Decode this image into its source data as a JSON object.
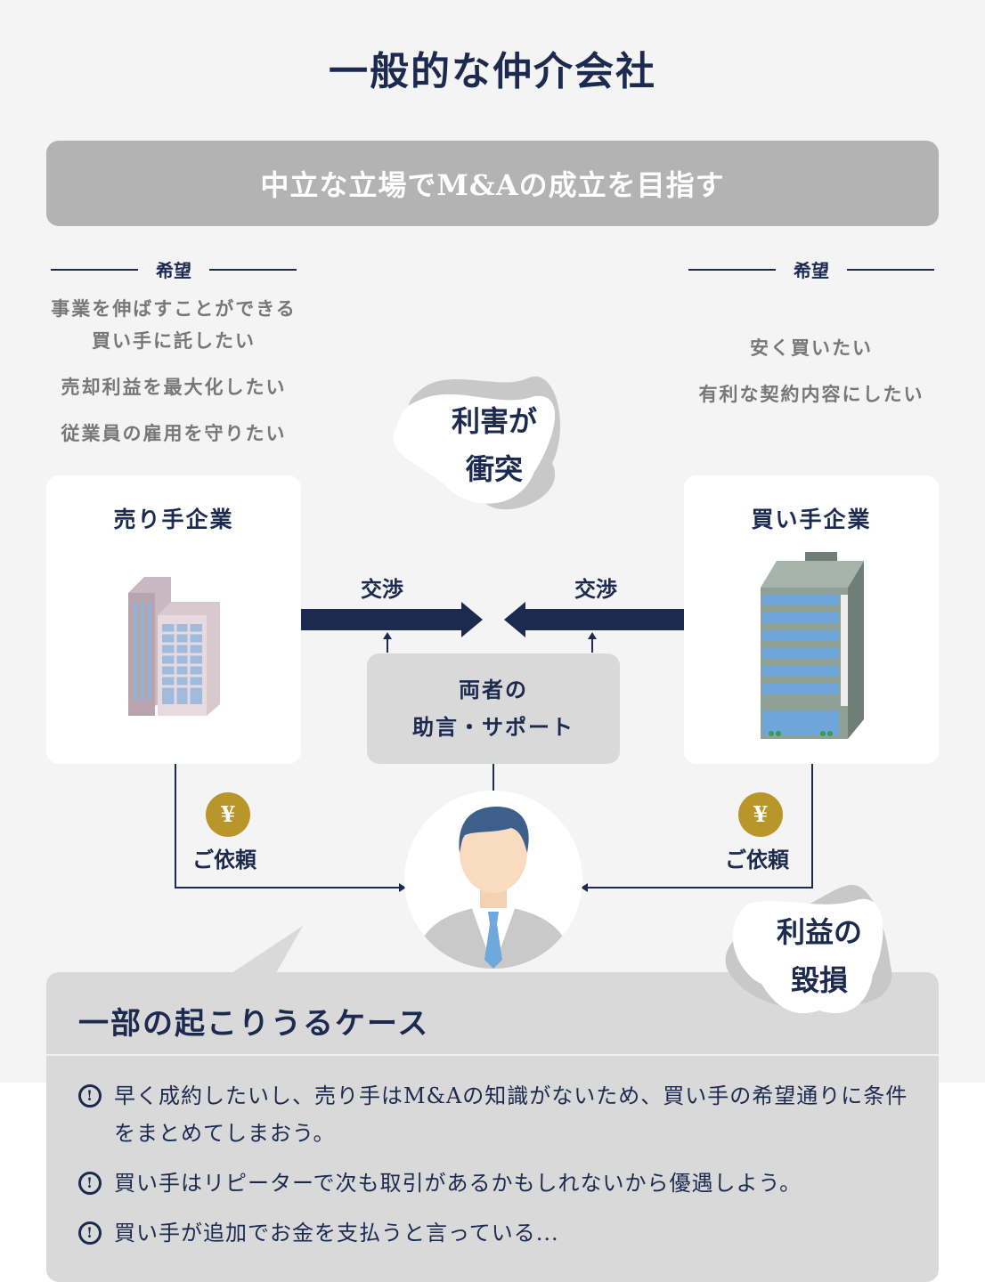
{
  "title": "一般的な仲介会社",
  "banner": "中立な立場でM&Aの成立を目指す",
  "seller": {
    "wish_label": "希望",
    "wishes": [
      "事業を伸ばすことができる",
      "買い手に託したい",
      "売却利益を最大化したい",
      "従業員の雇用を守りたい"
    ],
    "name": "売り手企業",
    "negotiate": "交渉",
    "request": "ご依頼"
  },
  "buyer": {
    "wish_label": "希望",
    "wishes": [
      "安く買いたい",
      "有利な契約内容にしたい"
    ],
    "name": "買い手企業",
    "negotiate": "交渉",
    "request": "ご依頼"
  },
  "conflict": [
    "利害が",
    "衝突"
  ],
  "advice": [
    "両者の",
    "助言・サポート"
  ],
  "coin_symbol": "¥",
  "loss": [
    "利益の",
    "毀損"
  ],
  "cases": {
    "title": "一部の起こりうるケース",
    "items": [
      "早く成約したいし、売り手はM&Aの知識がないため、買い手の希望通りに条件をまとめてしまおう。",
      "買い手はリピーターで次も取引があるかもしれないから優遇しよう。",
      "買い手が追加でお金を支払うと言っている..."
    ]
  },
  "colors": {
    "navy": "#1c2a50",
    "gold": "#b8962a",
    "banner": "#b3b3b4",
    "box": "#d9d9d9"
  }
}
